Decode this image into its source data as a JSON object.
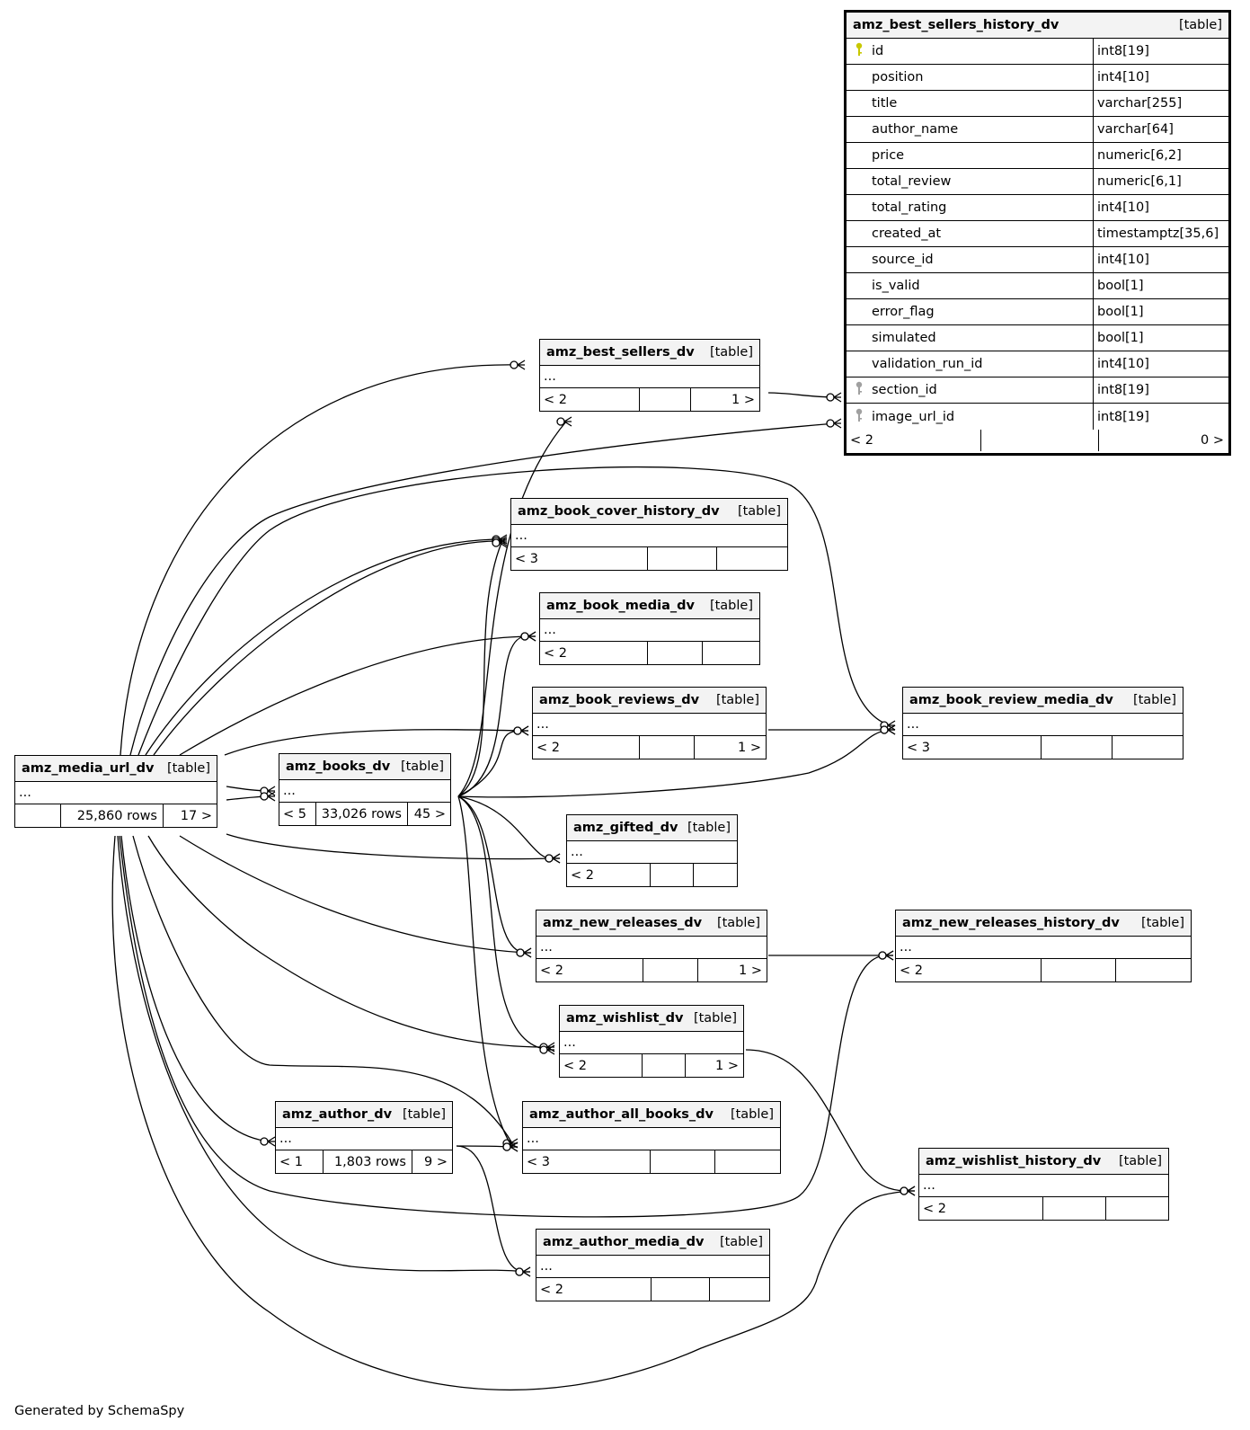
{
  "focus_table": {
    "name": "amz_best_sellers_history_dv",
    "type": "[table]",
    "columns": [
      {
        "name": "id",
        "type": "int8[19]",
        "key": "primary"
      },
      {
        "name": "position",
        "type": "int4[10]",
        "key": ""
      },
      {
        "name": "title",
        "type": "varchar[255]",
        "key": ""
      },
      {
        "name": "author_name",
        "type": "varchar[64]",
        "key": ""
      },
      {
        "name": "price",
        "type": "numeric[6,2]",
        "key": ""
      },
      {
        "name": "total_review",
        "type": "numeric[6,1]",
        "key": ""
      },
      {
        "name": "total_rating",
        "type": "int4[10]",
        "key": ""
      },
      {
        "name": "created_at",
        "type": "timestamptz[35,6]",
        "key": ""
      },
      {
        "name": "source_id",
        "type": "int4[10]",
        "key": ""
      },
      {
        "name": "is_valid",
        "type": "bool[1]",
        "key": ""
      },
      {
        "name": "error_flag",
        "type": "bool[1]",
        "key": ""
      },
      {
        "name": "simulated",
        "type": "bool[1]",
        "key": ""
      },
      {
        "name": "validation_run_id",
        "type": "int4[10]",
        "key": ""
      },
      {
        "name": "section_id",
        "type": "int8[19]",
        "key": "foreign"
      },
      {
        "name": "image_url_id",
        "type": "int8[19]",
        "key": "foreign"
      }
    ],
    "footer": {
      "parents": "< 2",
      "rows": "",
      "children": "0 >"
    }
  },
  "tables": [
    {
      "id": "best_sellers",
      "name": "amz_best_sellers_dv",
      "type": "[table]",
      "cols": "...",
      "parents": "< 2",
      "rows": "",
      "children": "1 >"
    },
    {
      "id": "book_cover_history",
      "name": "amz_book_cover_history_dv",
      "type": "[table]",
      "cols": "...",
      "parents": "< 3",
      "rows": "",
      "children": ""
    },
    {
      "id": "book_media",
      "name": "amz_book_media_dv",
      "type": "[table]",
      "cols": "...",
      "parents": "< 2",
      "rows": "",
      "children": ""
    },
    {
      "id": "book_reviews",
      "name": "amz_book_reviews_dv",
      "type": "[table]",
      "cols": "...",
      "parents": "< 2",
      "rows": "",
      "children": "1 >"
    },
    {
      "id": "book_review_media",
      "name": "amz_book_review_media_dv",
      "type": "[table]",
      "cols": "...",
      "parents": "< 3",
      "rows": "",
      "children": ""
    },
    {
      "id": "media_url",
      "name": "amz_media_url_dv",
      "type": "[table]",
      "cols": "...",
      "parents": "",
      "rows": "25,860 rows",
      "children": "17 >"
    },
    {
      "id": "books",
      "name": "amz_books_dv",
      "type": "[table]",
      "cols": "...",
      "parents": "< 5",
      "rows": "33,026 rows",
      "children": "45 >"
    },
    {
      "id": "gifted",
      "name": "amz_gifted_dv",
      "type": "[table]",
      "cols": "...",
      "parents": "< 2",
      "rows": "",
      "children": ""
    },
    {
      "id": "new_releases",
      "name": "amz_new_releases_dv",
      "type": "[table]",
      "cols": "...",
      "parents": "< 2",
      "rows": "",
      "children": "1 >"
    },
    {
      "id": "new_releases_history",
      "name": "amz_new_releases_history_dv",
      "type": "[table]",
      "cols": "...",
      "parents": "< 2",
      "rows": "",
      "children": ""
    },
    {
      "id": "wishlist",
      "name": "amz_wishlist_dv",
      "type": "[table]",
      "cols": "...",
      "parents": "< 2",
      "rows": "",
      "children": "1 >"
    },
    {
      "id": "author",
      "name": "amz_author_dv",
      "type": "[table]",
      "cols": "...",
      "parents": "< 1",
      "rows": "1,803 rows",
      "children": "9 >"
    },
    {
      "id": "author_all_books",
      "name": "amz_author_all_books_dv",
      "type": "[table]",
      "cols": "...",
      "parents": "< 3",
      "rows": "",
      "children": ""
    },
    {
      "id": "wishlist_history",
      "name": "amz_wishlist_history_dv",
      "type": "[table]",
      "cols": "...",
      "parents": "< 2",
      "rows": "",
      "children": ""
    },
    {
      "id": "author_media",
      "name": "amz_author_media_dv",
      "type": "[table]",
      "cols": "...",
      "parents": "< 2",
      "rows": "",
      "children": ""
    }
  ],
  "footer_note": "Generated by SchemaSpy",
  "colors": {
    "primary_key": "#c8c800",
    "foreign_key": "#a0a0a0",
    "header_bg": "#f3f3f3"
  }
}
